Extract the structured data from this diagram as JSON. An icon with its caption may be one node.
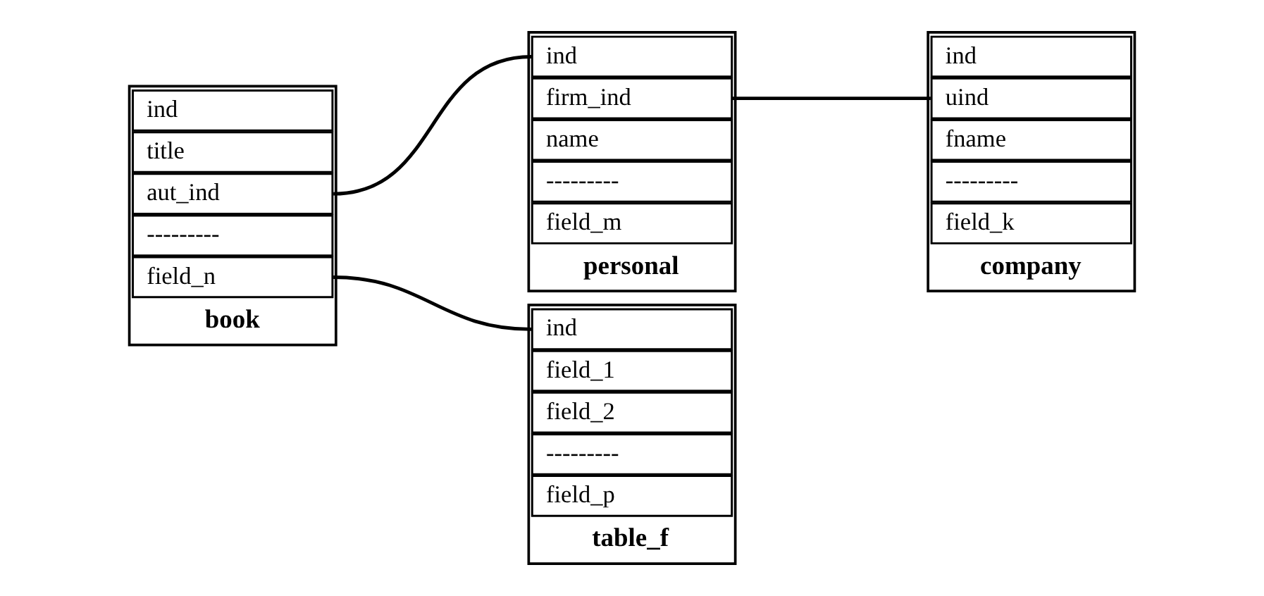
{
  "diagram": {
    "nodes": [
      {
        "text": [
          "book"
        ]
      },
      {
        "text": [
          "ind"
        ],
        "in": 0
      },
      {
        "text": [
          "title"
        ],
        "in": 0
      },
      {
        "text": [
          "aut_ind"
        ],
        "in": 0
      },
      {
        "text": [
          "---------"
        ],
        "in": 0
      },
      {
        "text": [
          "field_n"
        ],
        "in": 0
      },
      {
        "text": [
          "personal"
        ]
      },
      {
        "text": [
          "ind"
        ],
        "in": 6
      },
      {
        "text": [
          "firm_ind"
        ],
        "in": 6
      },
      {
        "text": [
          "name"
        ],
        "in": 6
      },
      {
        "text": [
          "---------"
        ],
        "in": 6
      },
      {
        "text": [
          "field_m"
        ],
        "in": 6
      },
      {
        "text": [
          "company"
        ]
      },
      {
        "text": [
          "ind"
        ],
        "in": 12
      },
      {
        "text": [
          "uind"
        ],
        "in": 12
      },
      {
        "text": [
          "fname"
        ],
        "in": 12
      },
      {
        "text": [
          "---------"
        ],
        "in": 12
      },
      {
        "text": [
          "field_k"
        ],
        "in": 12
      },
      {
        "text": [
          "table_f"
        ]
      },
      {
        "text": [
          "ind"
        ],
        "in": 18
      },
      {
        "text": [
          "field_1"
        ],
        "in": 18
      },
      {
        "text": [
          "field_2"
        ],
        "in": 18
      },
      {
        "text": [
          "---------"
        ],
        "in": 18
      },
      {
        "text": [
          "field_p"
        ],
        "in": 18
      }
    ],
    "edges": [
      {
        "from": 3,
        "to": 7,
        "arrow": "none"
      },
      {
        "from": 8,
        "to": 14,
        "arrow": "none"
      },
      {
        "from": 5,
        "to": 19,
        "arrow": "none"
      }
    ]
  }
}
